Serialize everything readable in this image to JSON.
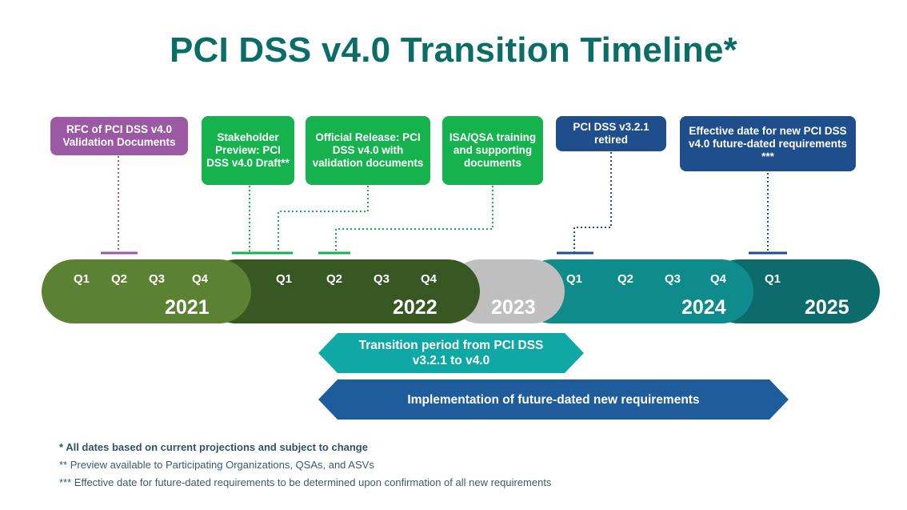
{
  "title": "PCI DSS v4.0 Transition Timeline*",
  "milestones": [
    {
      "text": "RFC of PCI DSS v4.0 Validation Documents",
      "color": "#9b59a4"
    },
    {
      "text": "Stakeholder Preview: PCI DSS v4.0 Draft**",
      "color": "#15b24e"
    },
    {
      "text": "Official Release: PCI DSS v4.0 with validation documents",
      "color": "#15b24e"
    },
    {
      "text": "ISA/QSA training and supporting documents",
      "color": "#15b24e"
    },
    {
      "text": "PCI DSS v3.2.1 retired",
      "color": "#1f4e8c"
    },
    {
      "text": "Effective date for new PCI DSS v4.0 future-dated requirements ***",
      "color": "#1f4e8c"
    }
  ],
  "timeline": {
    "y2021": {
      "year": "2021",
      "quarters": [
        "Q1",
        "Q2",
        "Q3",
        "Q4"
      ],
      "color": "#5b8232"
    },
    "y2022": {
      "year": "2022",
      "quarters": [
        "Q1",
        "Q2",
        "Q3",
        "Q4"
      ],
      "color": "#375723"
    },
    "y2023": {
      "year": "2023",
      "quarters": [],
      "color": "#bfbfbf"
    },
    "y2024": {
      "year": "2024",
      "quarters": [
        "Q1",
        "Q2",
        "Q3",
        "Q4"
      ],
      "color": "#0f8b8b"
    },
    "y2025": {
      "year": "2025",
      "quarters": [
        "Q1"
      ],
      "color": "#0d6b6b"
    }
  },
  "bands": {
    "transition": {
      "text": "Transition period from PCI DSS v3.2.1 to v4.0",
      "color": "#10a8a4"
    },
    "implementation": {
      "text": "Implementation of future-dated new requirements",
      "color": "#1f5c9c"
    }
  },
  "notes": [
    "* All dates based on current projections and subject to change",
    "** Preview available to Participating Organizations, QSAs, and ASVs",
    "*** Effective date for future-dated  requirements to be determined upon confirmation of all new requirements"
  ]
}
